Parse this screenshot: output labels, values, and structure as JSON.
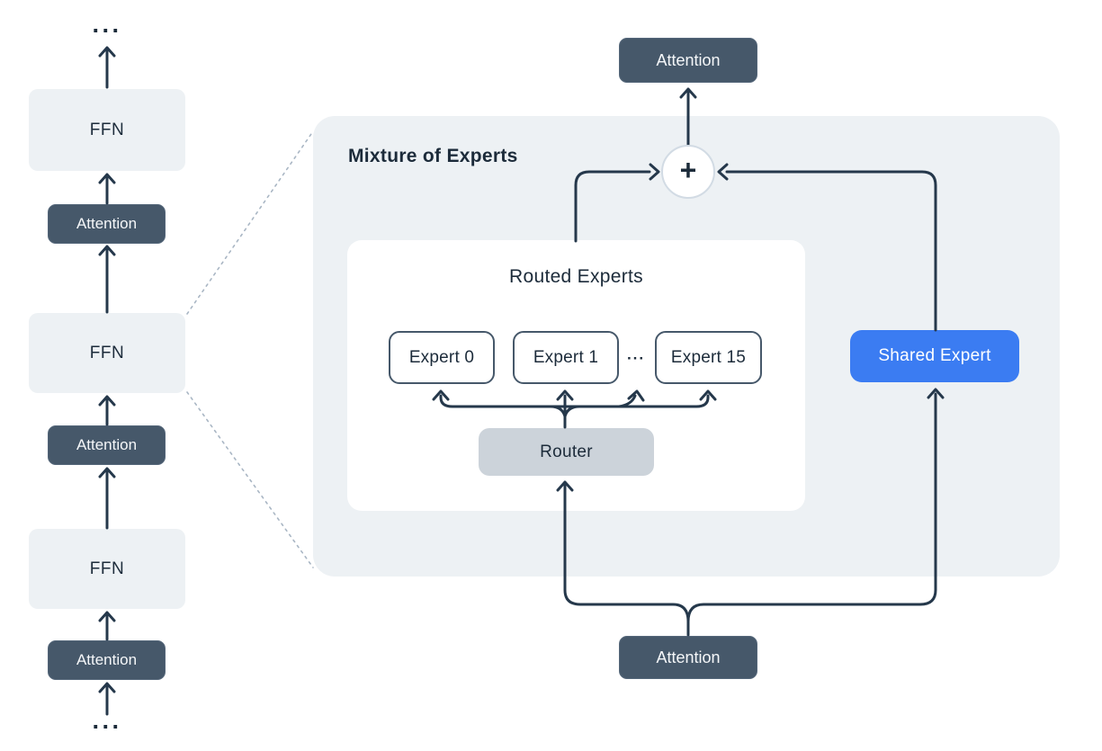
{
  "colors": {
    "background": "#ffffff",
    "panel": "#edf1f4",
    "ffn_box": "#edf1f4",
    "dark_box": "#46586a",
    "dark_box_border": "#55677a",
    "dark_text": "#1c2b3a",
    "light_text": "#f5f7f9",
    "line": "#25384b",
    "blue": "#3b7cf2",
    "router": "#ccd3da",
    "expert_border": "#46586a",
    "circle_border": "#d2dbe4",
    "dotted_line": "#a9b6c4"
  },
  "left_stack": {
    "dots_top": "···",
    "dots_bottom": "···",
    "blocks": [
      {
        "label": "FFN"
      },
      {
        "label": "Attention"
      },
      {
        "label": "FFN"
      },
      {
        "label": "Attention"
      },
      {
        "label": "FFN"
      },
      {
        "label": "Attention"
      }
    ]
  },
  "moe": {
    "title": "Mixture of Experts",
    "attention_top": "Attention",
    "attention_bottom": "Attention",
    "sum_symbol": "+",
    "routed": {
      "title": "Routed Experts",
      "experts": [
        {
          "label": "Expert 0"
        },
        {
          "label": "Expert 1"
        },
        {
          "label": "Expert 15"
        }
      ],
      "dots": "···",
      "router_label": "Router"
    },
    "shared_expert_label": "Shared Expert"
  }
}
